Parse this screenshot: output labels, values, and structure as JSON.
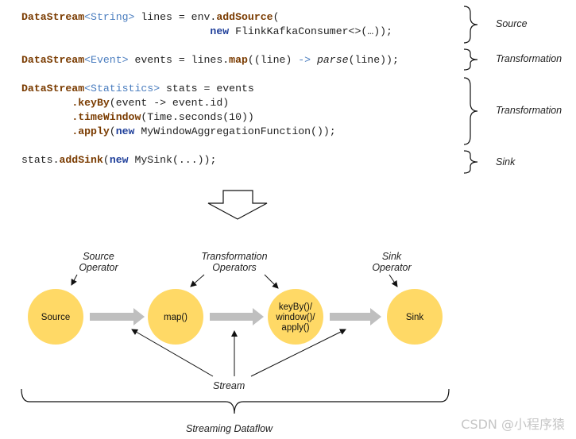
{
  "code": {
    "line1": {
      "type": "DataStream",
      "generic": "<String>",
      "rest_a": " lines = env.",
      "method": "addSource",
      "rest_b": "("
    },
    "line2": {
      "indent": "                              ",
      "kw": "new",
      "rest": " FlinkKafkaConsumer<>(…));"
    },
    "line3": {
      "type": "DataStream",
      "generic": "<Event>",
      "rest_a": " events = lines.",
      "method": "map",
      "rest_b": "((line) ",
      "arrow": "->",
      "rest_c": " ",
      "parse": "parse",
      "rest_d": "(line));"
    },
    "line4": {
      "type": "DataStream",
      "generic": "<Statistics>",
      "rest": " stats = events"
    },
    "line5": {
      "indent": "        ",
      "method": ".keyBy",
      "rest": "(event -> event.id)"
    },
    "line6": {
      "indent": "        ",
      "method": ".timeWindow",
      "rest": "(Time.seconds(10))"
    },
    "line7": {
      "indent": "        ",
      "method": ".apply",
      "rest_a": "(",
      "kw": "new",
      "rest_b": " MyWindowAggregationFunction());"
    },
    "line8": {
      "rest_a": "stats.",
      "method": "addSink",
      "rest_b": "(",
      "kw": "new",
      "rest_c": " MySink(...));"
    }
  },
  "brace_labels": {
    "source": "Source",
    "transformation_1": "Transformation",
    "transformation_2": "Transformation",
    "sink": "Sink"
  },
  "dataflow": {
    "nodes": [
      {
        "id": "source",
        "label": "Source"
      },
      {
        "id": "map",
        "label": "map()"
      },
      {
        "id": "keyby",
        "lines": [
          "keyBy()/",
          "window()/",
          "apply()"
        ]
      },
      {
        "id": "sink",
        "label": "Sink"
      }
    ],
    "node_color": "#ffd966",
    "arrow_color": "#bfbfbf",
    "annotations": {
      "source_operator": [
        "Source",
        "Operator"
      ],
      "transformation_operators": [
        "Transformation",
        "Operators"
      ],
      "sink_operator": [
        "Sink",
        "Operator"
      ],
      "stream": "Stream",
      "streaming_dataflow": "Streaming Dataflow"
    }
  },
  "watermark": "CSDN @小程序猿"
}
